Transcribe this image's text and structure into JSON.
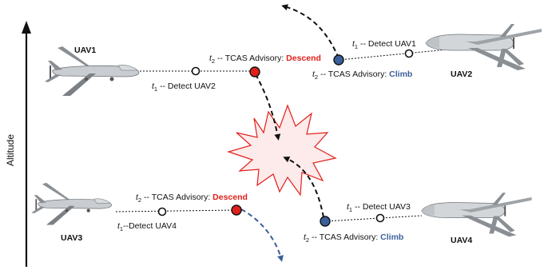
{
  "axis": {
    "label": "Altitude"
  },
  "uavs": {
    "uav1": {
      "name": "UAV1"
    },
    "uav2": {
      "name": "UAV2"
    },
    "uav3": {
      "name": "UAV3"
    },
    "uav4": {
      "name": "UAV4"
    }
  },
  "events": {
    "detect_uav2": {
      "time": "t",
      "sub": "1",
      "text": " -- Detect UAV2"
    },
    "advisory_uav1": {
      "time": "t",
      "sub": "2",
      "text": " -- TCAS Advisory: ",
      "action": "Descend"
    },
    "detect_uav1": {
      "time": "t",
      "sub": "1",
      "text": " -- Detect UAV1"
    },
    "advisory_uav2": {
      "time": "t",
      "sub": "2",
      "text": " -- TCAS Advisory: ",
      "action": "Climb"
    },
    "advisory_uav3": {
      "time": "t",
      "sub": "2",
      "text": " -- TCAS Advisory: ",
      "action": "Descend"
    },
    "detect_uav4": {
      "time": "t",
      "sub": "1",
      "text": "--Detect UAV4"
    },
    "detect_uav3": {
      "time": "t",
      "sub": "1",
      "text": " -- Detect UAV3"
    },
    "advisory_uav4": {
      "time": "t",
      "sub": "2",
      "text": " -- TCAS Advisory: ",
      "action": "Climb"
    }
  },
  "colors": {
    "descend": "#e0201b",
    "climb": "#3a5f9a",
    "collision_fill": "#fdeaea",
    "collision_stroke": "#e0201b"
  }
}
